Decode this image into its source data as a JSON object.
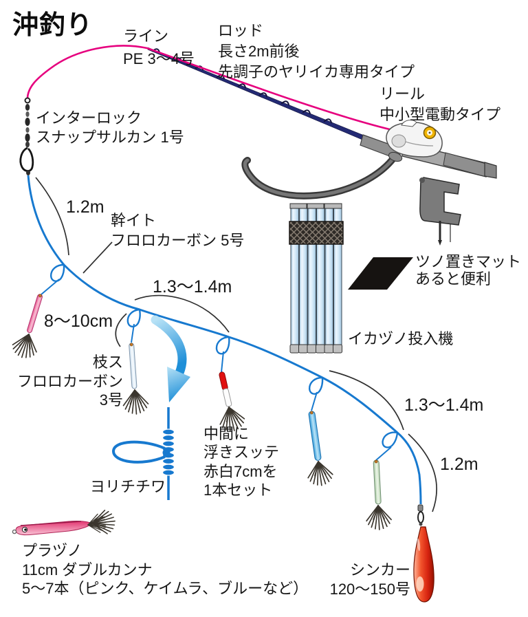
{
  "title": "沖釣り",
  "labels": {
    "line": [
      "ライン",
      "PE 3〜4号"
    ],
    "rod": [
      "ロッド",
      "長さ2m前後",
      "先調子のヤリイカ専用タイプ"
    ],
    "reel": [
      "リール",
      "中小型電動タイプ"
    ],
    "snap_swivel": [
      "インターロック",
      "スナップサルカン 1号"
    ],
    "upper_length": "1.2m",
    "main_line": [
      "幹イト",
      "フロロカーボン 5号"
    ],
    "mid_length": "1.3〜1.4m",
    "branch_length": "8〜10cm",
    "branch_line": [
      "枝ス",
      "フロロカーボン",
      "3号"
    ],
    "knot": "ヨリチチワ",
    "mid_sutte": [
      "中間に",
      "浮きスッテ",
      "赤白7cmを",
      "1本セット"
    ],
    "mat": [
      "ツノ置きマット",
      "あると便利"
    ],
    "launcher": "イカヅノ投入機",
    "right_length1": "1.3〜1.4m",
    "right_length2": "1.2m",
    "sinker": [
      "シンカー",
      "120〜150号"
    ],
    "plazuno": [
      "プラヅノ",
      "11cm ダブルカンナ",
      "5〜7本（ピンク、ケイムラ、ブルーなど）"
    ]
  },
  "colors": {
    "pe_line": "#e6007e",
    "rod_blank": "#232a74",
    "main_line_blue": "#1779cf",
    "arrow_blue": "#2e9fdd",
    "sinker_red": "#d62310",
    "mat_black": "#161311",
    "reel_knob_yellow": "#f0b400"
  }
}
